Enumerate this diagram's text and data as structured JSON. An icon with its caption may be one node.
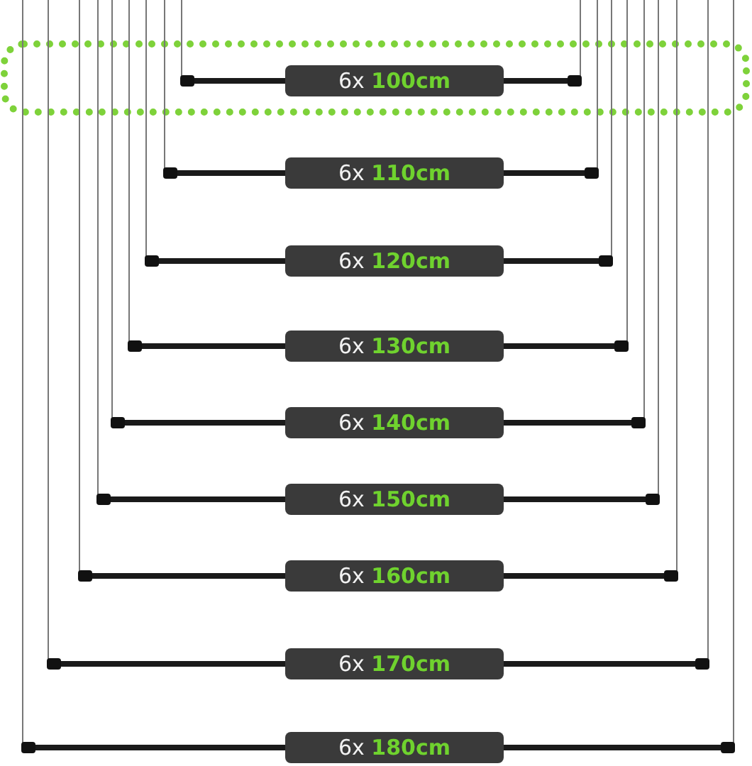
{
  "diagram": {
    "labels": [
      "6x 100cm",
      "6x 110cm",
      "6x 120cm",
      "6x 130cm",
      "6x 140cm",
      "6x 150cm",
      "6x 160cm",
      "6x 170cm",
      "6x 180cm"
    ]
  }
}
